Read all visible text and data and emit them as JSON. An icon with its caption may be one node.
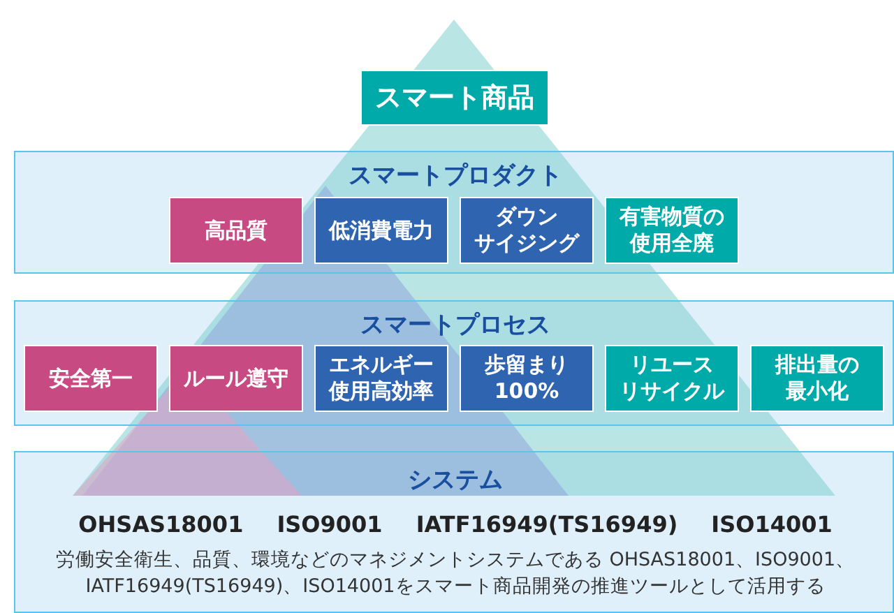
{
  "diagram": {
    "nodes": [
      {
        "text": [
          "スマート商品"
        ]
      },
      {
        "text": [
          "スマートプロダクト"
        ]
      },
      {
        "text": [
          "高品質"
        ],
        "in": 1
      },
      {
        "text": [
          "低消費電力"
        ],
        "in": 1
      },
      {
        "text": [
          "ダウンサイジング"
        ],
        "in": 1
      },
      {
        "text": [
          "有害物質の使用全廃"
        ],
        "in": 1
      },
      {
        "text": [
          "スマートプロセス"
        ]
      },
      {
        "text": [
          "安全第一"
        ],
        "in": 6
      },
      {
        "text": [
          "ルール遵守"
        ],
        "in": 6
      },
      {
        "text": [
          "エネルギー使用高効率"
        ],
        "in": 6
      },
      {
        "text": [
          "歩留まり100%"
        ],
        "in": 6
      },
      {
        "text": [
          "リユースリサイクル"
        ],
        "in": 6
      },
      {
        "text": [
          "排出量の最小化"
        ],
        "in": 6
      },
      {
        "text": [
          "システム",
          "OHSAS18001",
          "ISO9001",
          "IATF16949(TS16949)",
          "ISO14001",
          "労働安全衛生、品質、環境などのマネジメントシステムである OHSAS18001、ISO9001、IATF16949(TS16949)、ISO14001をスマート商品開発の推進ツールとして活用する"
        ]
      }
    ]
  }
}
